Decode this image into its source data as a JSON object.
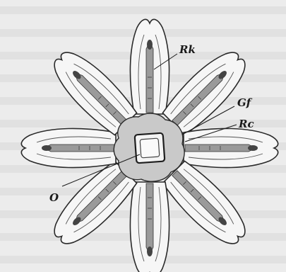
{
  "figure": {
    "labels": {
      "rk": "Rk",
      "gf": "Gf",
      "rc": "Rc",
      "o": "O"
    }
  }
}
